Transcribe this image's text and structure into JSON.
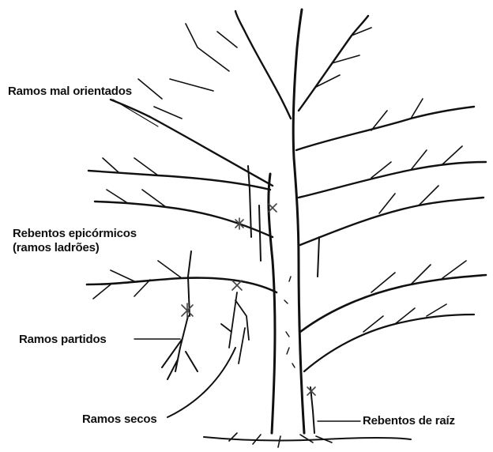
{
  "labels": {
    "misdirected": "Ramos mal orientados",
    "epicormic_line1": "Rebentos epicórmicos",
    "epicormic_line2": "(ramos ladrões)",
    "broken": "Ramos partidos",
    "dead": "Ramos secos",
    "root_suckers": "Rebentos de raíz"
  },
  "colors": {
    "ink": "#111111",
    "background": "#ffffff"
  }
}
